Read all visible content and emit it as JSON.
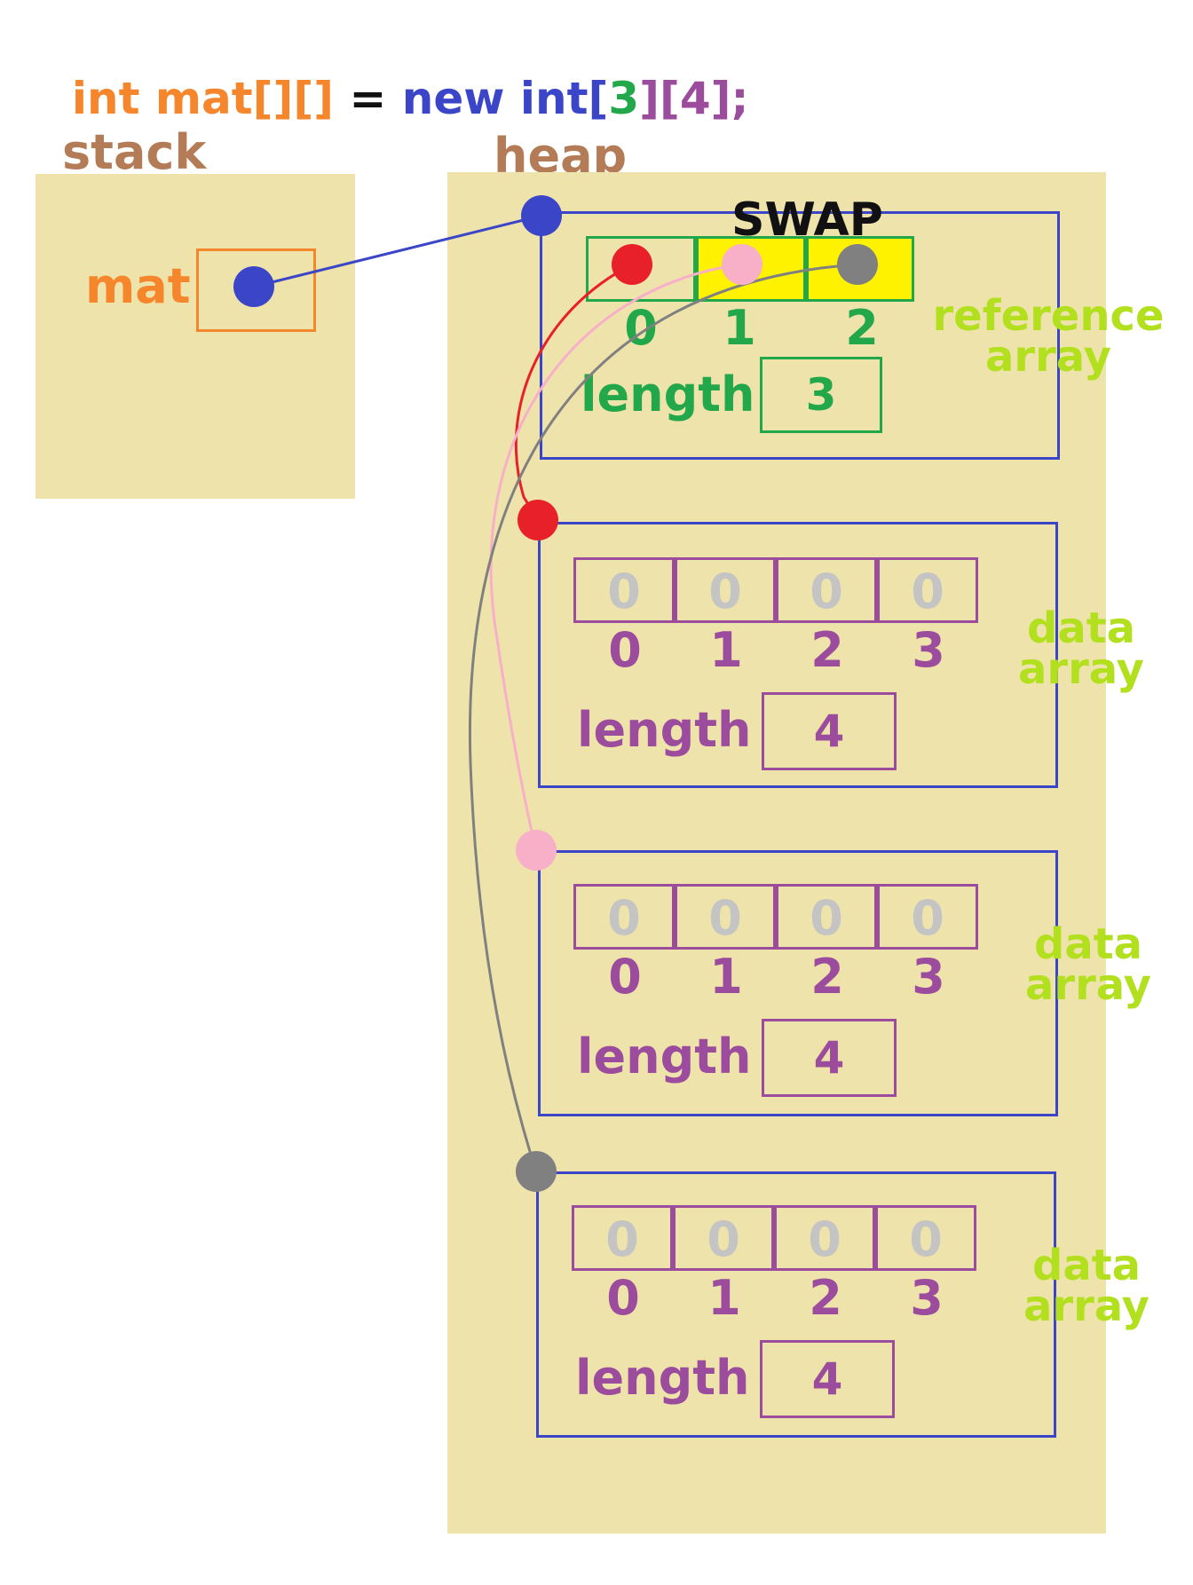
{
  "code": {
    "part1": "int mat[][]",
    "part2": " = ",
    "part3": "new int",
    "part4": "[",
    "part5": "3",
    "part6": "][",
    "part7": "4",
    "part8": "];"
  },
  "stack": {
    "label": "stack",
    "var_name": "mat"
  },
  "heap": {
    "label": "heap"
  },
  "reference_array": {
    "swap_label": "SWAP",
    "indices": [
      "0",
      "1",
      "2"
    ],
    "length_label": "length",
    "length_value": "3",
    "side_label_line1": "reference",
    "side_label_line2": "array"
  },
  "data_arrays": [
    {
      "cells": [
        "0",
        "0",
        "0",
        "0"
      ],
      "indices": [
        "0",
        "1",
        "2",
        "3"
      ],
      "length_label": "length",
      "length_value": "4",
      "side_label_line1": "data",
      "side_label_line2": "array"
    },
    {
      "cells": [
        "0",
        "0",
        "0",
        "0"
      ],
      "indices": [
        "0",
        "1",
        "2",
        "3"
      ],
      "length_label": "length",
      "length_value": "4",
      "side_label_line1": "data",
      "side_label_line2": "array"
    },
    {
      "cells": [
        "0",
        "0",
        "0",
        "0"
      ],
      "indices": [
        "0",
        "1",
        "2",
        "3"
      ],
      "length_label": "length",
      "length_value": "4",
      "side_label_line1": "data",
      "side_label_line2": "array"
    }
  ],
  "colors": {
    "orange": "#f5862b",
    "blue": "#3b45c8",
    "green": "#22a84a",
    "purple": "#9b4c9c",
    "brown": "#b47b57",
    "lime": "#b3e01e",
    "yellow": "#fff200",
    "red": "#e8202a",
    "pink": "#f8afc8",
    "gray": "#808080"
  }
}
